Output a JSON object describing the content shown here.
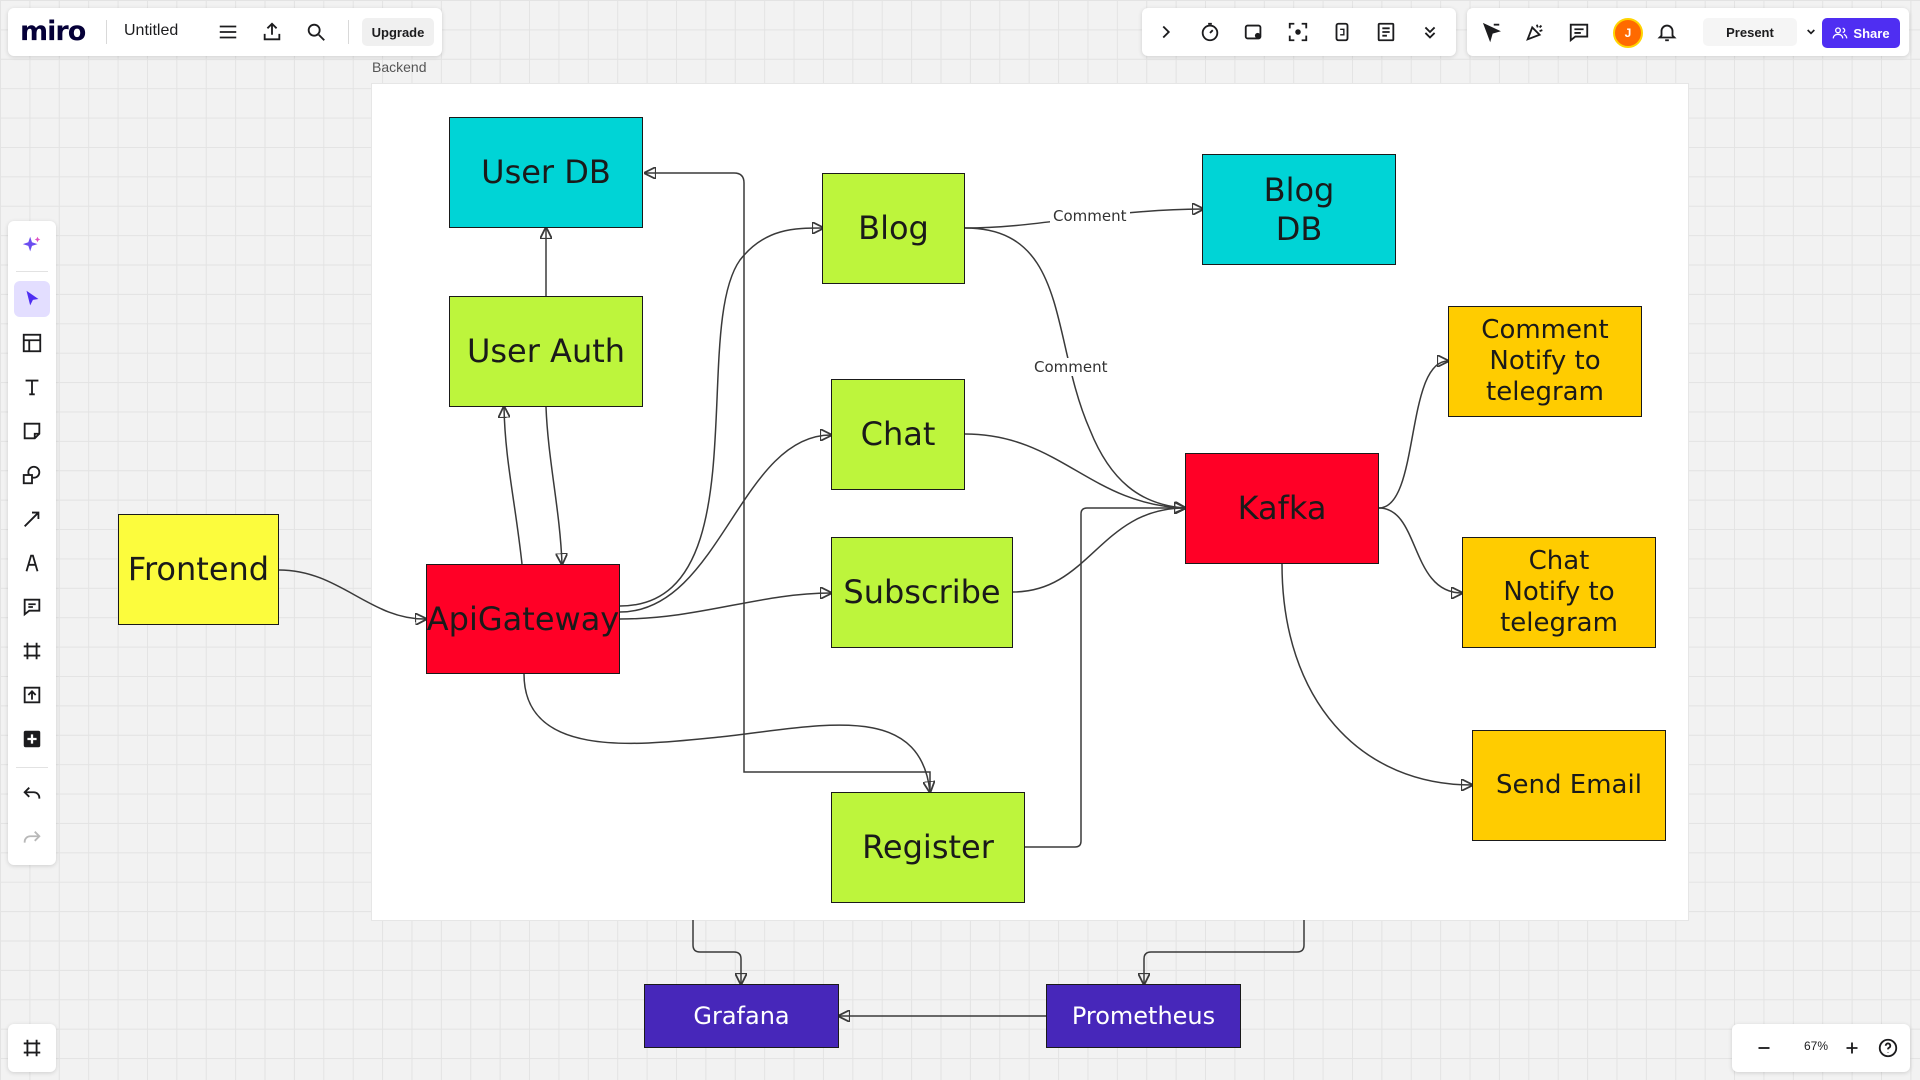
{
  "app": {
    "logo": "miro",
    "board_name": "Untitled",
    "upgrade_label": "Upgrade"
  },
  "header_right": {
    "present_label": "Present",
    "share_label": "Share",
    "avatar_initial": "J"
  },
  "zoom": {
    "level": "67%"
  },
  "frame": {
    "label": "Backend"
  },
  "colors": {
    "green": "#bdf53c",
    "cyan": "#00d4d6",
    "red": "#ff0026",
    "yellow": "#fcfc3d",
    "orange": "#ffcc00",
    "purple": "#4727ba",
    "accent": "#4f2ef2"
  },
  "nodes": {
    "user_db": "User DB",
    "user_auth": "User Auth",
    "blog": "Blog",
    "blog_db": "Blog\nDB",
    "chat": "Chat",
    "subscribe": "Subscribe",
    "register": "Register",
    "frontend": "Frontend",
    "api_gateway": "ApiGateway",
    "kafka": "Kafka",
    "comment_notify": "Comment\nNotify to\ntelegram",
    "chat_notify": "Chat\nNotify to\ntelegram",
    "send_email": "Send Email",
    "grafana": "Grafana",
    "prometheus": "Prometheus"
  },
  "edge_labels": {
    "blog_to_blogdb": "Comment",
    "blog_to_kafka": "Comment"
  }
}
